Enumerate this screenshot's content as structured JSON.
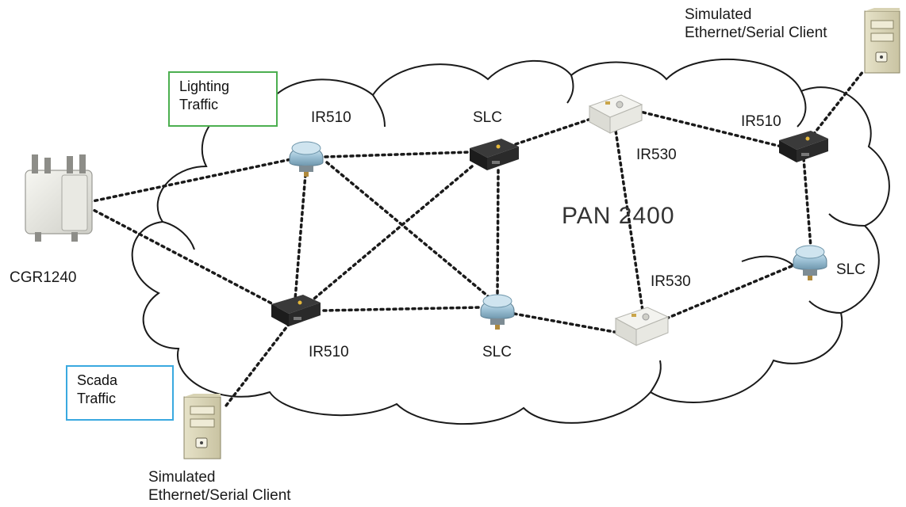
{
  "diagram": {
    "cloud_label": "PAN 2400",
    "callouts": {
      "lighting": [
        "Lighting",
        "Traffic"
      ],
      "scada": [
        "Scada",
        "Traffic"
      ]
    },
    "devices": {
      "cgr": "CGR1240",
      "ir510_top": "IR510",
      "slc_top": "SLC",
      "ir530_top": "IR530",
      "ir510_right": "IR510",
      "ir510_bottom": "IR510",
      "slc_bottom": "SLC",
      "ir530_bottom": "IR530",
      "slc_right": "SLC"
    },
    "clients": {
      "top": [
        "Simulated",
        "Ethernet/Serial Client"
      ],
      "bottom": [
        "Simulated",
        "Ethernet/Serial Client"
      ]
    },
    "colors": {
      "lighting_border": "#4caf50",
      "scada_border": "#3aa9e0",
      "link": "#1a1a1a"
    }
  }
}
